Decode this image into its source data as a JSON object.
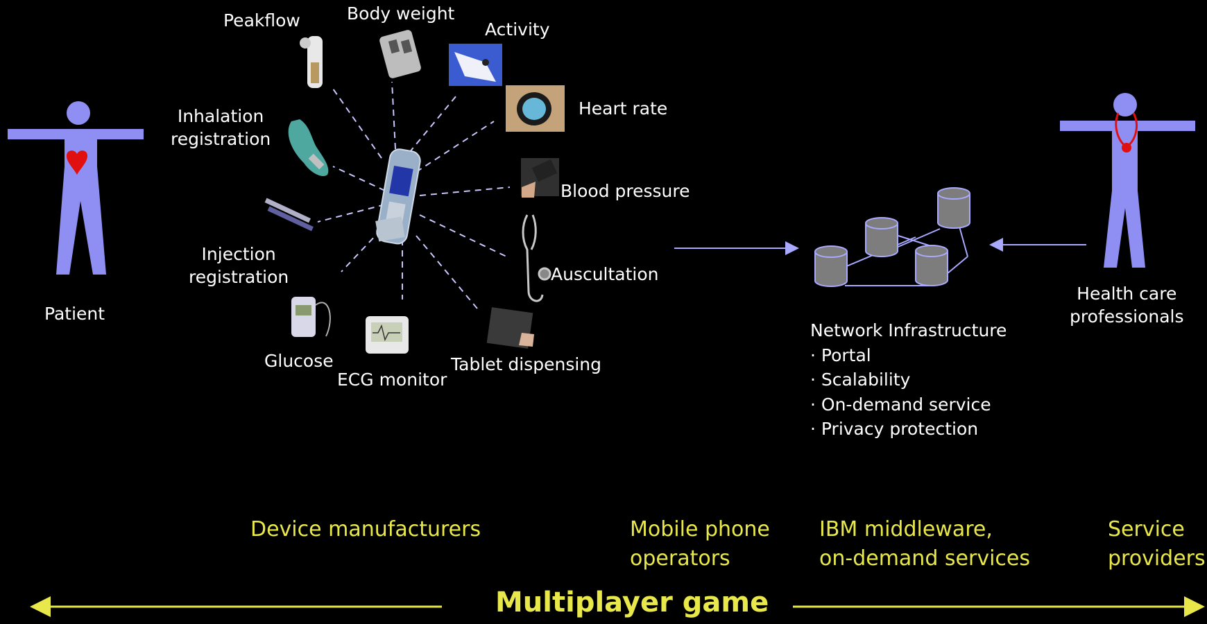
{
  "devices": {
    "peakflow": "Peakflow",
    "body_weight": "Body weight",
    "activity": "Activity",
    "heart_rate": "Heart rate",
    "inhalation": [
      "Inhalation",
      "registration"
    ],
    "blood_pressure": "Blood pressure",
    "injection": [
      "Injection",
      "registration"
    ],
    "auscultation": "Auscultation",
    "glucose": "Glucose",
    "ecg": "ECG monitor",
    "tablet": "Tablet dispensing"
  },
  "actors": {
    "patient": "Patient",
    "professionals": [
      "Health care",
      "professionals"
    ]
  },
  "network": {
    "title": "Network Infrastructure",
    "items": [
      "Portal",
      "Scalability",
      "On-demand service",
      "Privacy protection"
    ],
    "bullet": "·"
  },
  "stakeholders": {
    "device_manufacturers": "Device manufacturers",
    "mobile_operators": [
      "Mobile phone",
      "operators"
    ],
    "ibm": [
      "IBM middleware,",
      "on-demand services"
    ],
    "service_providers": [
      "Service",
      "providers"
    ]
  },
  "footer": {
    "title": "Multiplayer game"
  },
  "colors": {
    "figure": "#8f8ff3",
    "heart": "#e01010",
    "accent": "#e8e84a",
    "cylinder": "#7d7d7d",
    "line": "#a9a9ff"
  }
}
